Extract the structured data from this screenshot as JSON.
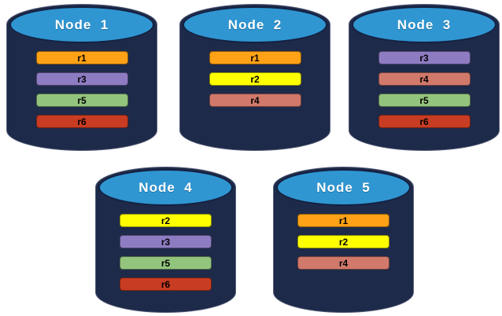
{
  "diagram": {
    "kind": "database-replica-distribution",
    "colors": {
      "cylinder_body": "#1E2A49",
      "cylinder_top": "#2F96D2",
      "node_label_text": "#FFFFFF",
      "replica_label_text": "#000000",
      "replica_colors": {
        "r1": "#FFA217",
        "r2": "#FFFF00",
        "r3": "#8E7CC3",
        "r4": "#D1796B",
        "r5": "#93C47D",
        "r6": "#C83C23"
      }
    },
    "nodes": [
      {
        "label": "Node  1",
        "replicas": [
          "r1",
          "r3",
          "r5",
          "r6"
        ]
      },
      {
        "label": "Node  2",
        "replicas": [
          "r1",
          "r2",
          "r4"
        ]
      },
      {
        "label": "Node  3",
        "replicas": [
          "r3",
          "r4",
          "r5",
          "r6"
        ]
      },
      {
        "label": "Node  4",
        "replicas": [
          "r2",
          "r3",
          "r5",
          "r6"
        ]
      },
      {
        "label": "Node  5",
        "replicas": [
          "r1",
          "r2",
          "r4"
        ]
      }
    ]
  }
}
